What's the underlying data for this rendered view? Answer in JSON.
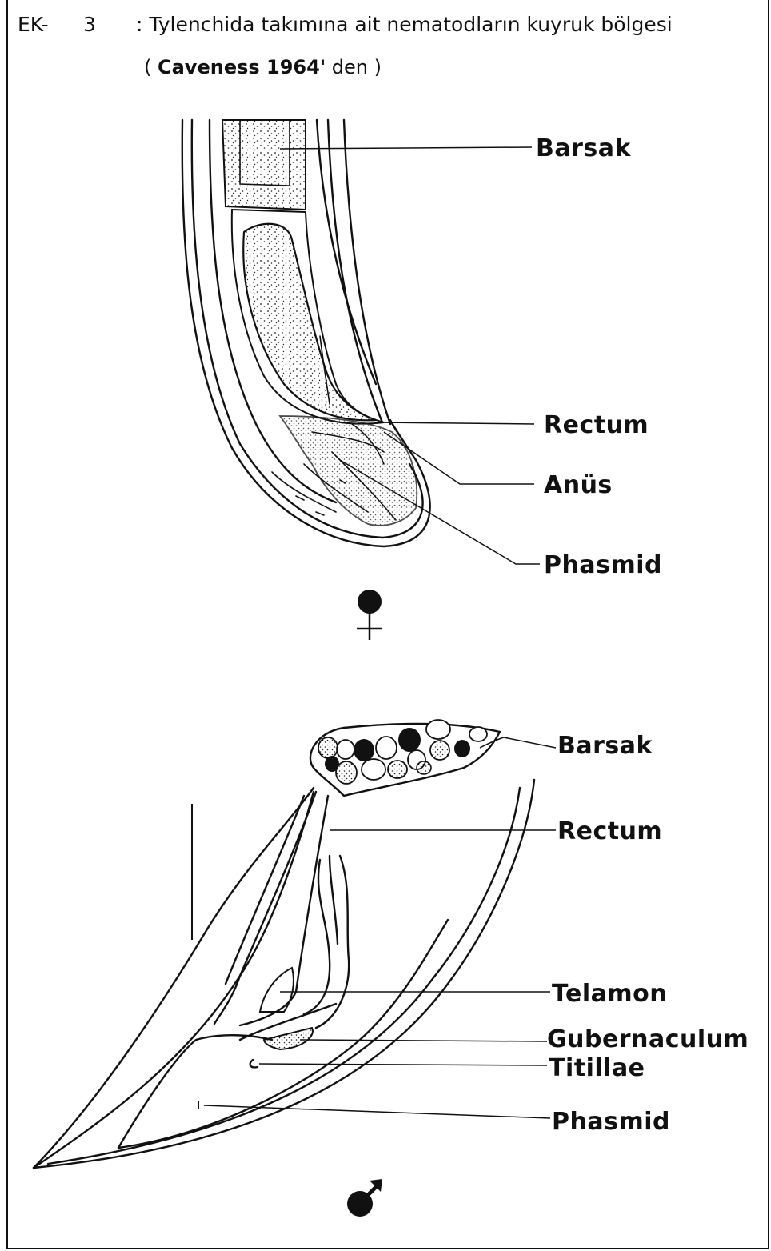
{
  "header": {
    "annex_prefix": "EK-",
    "annex_number": "3",
    "title": ": Tylenchida takımına ait nematodların kuyruk bölgesi",
    "source_open": "( ",
    "source_name": "Caveness 1964'",
    "source_suffix": " den )"
  },
  "female_figure": {
    "sex_symbol": "♀",
    "labels": {
      "intestine": "Barsak",
      "rectum": "Rectum",
      "anus": "Anüs",
      "phasmid": "Phasmid"
    }
  },
  "male_figure": {
    "sex_symbol": "♂",
    "labels": {
      "intestine": "Barsak",
      "rectum": "Rectum",
      "telamon": "Telamon",
      "gubernaculum": "Gubernaculum",
      "titillae": "Titillae",
      "phasmid": "Phasmid"
    }
  }
}
